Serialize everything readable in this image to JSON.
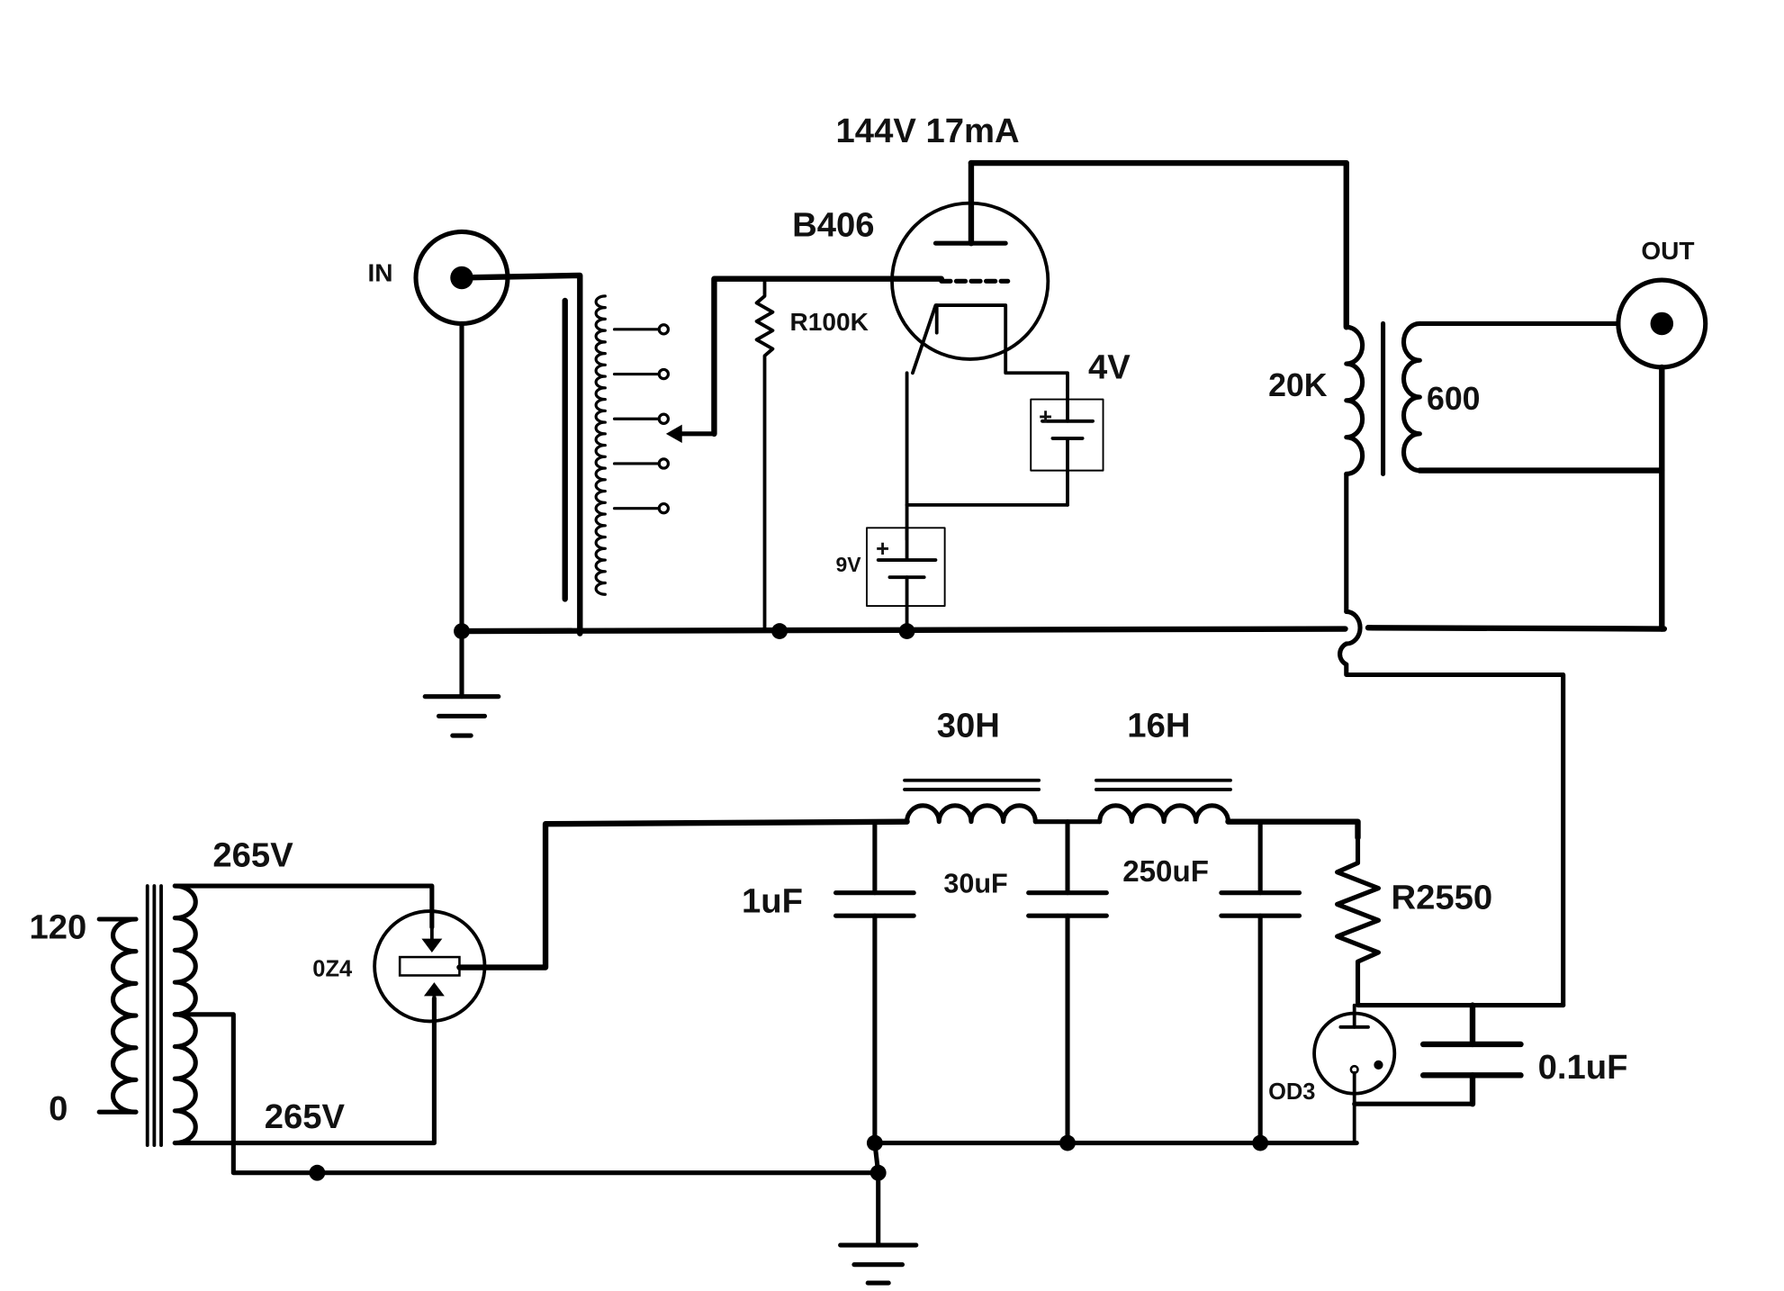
{
  "labels": {
    "plate_voltage": "144V 17mA",
    "tube_main": "B406",
    "input": "IN",
    "output": "OUT",
    "grid_resistor": "R100K",
    "filament_battery": "4V",
    "bias_battery": "9V",
    "primary_impedance": "20K",
    "secondary_impedance": "600",
    "choke1": "30H",
    "choke2": "16H",
    "cap1": "1uF",
    "cap2": "30uF",
    "cap3": "250uF",
    "dropping_resistor": "R2550",
    "rectifier": "0Z4",
    "regulator": "OD3",
    "bypass_cap": "0.1uF",
    "mains_high": "120",
    "mains_low": "0",
    "secondary_upper": "265V",
    "secondary_lower": "265V"
  },
  "colors": {
    "ink": "#000000",
    "tube_fill": "#f2f2f2",
    "background": "#ffffff"
  }
}
